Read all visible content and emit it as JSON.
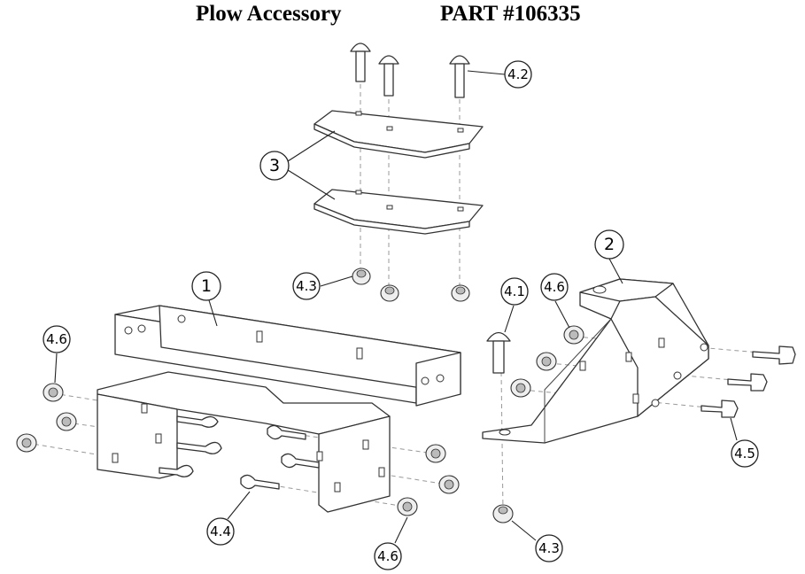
{
  "header": {
    "title_left": "Plow Accessory",
    "title_right": "PART #106335"
  },
  "callouts": {
    "c1": "1",
    "c2": "2",
    "c3": "3",
    "c41": "4.1",
    "c42": "4.2",
    "c43a": "4.3",
    "c43b": "4.3",
    "c44": "4.4",
    "c45": "4.5",
    "c46a": "4.6",
    "c46b": "4.6",
    "c46c": "4.6"
  }
}
